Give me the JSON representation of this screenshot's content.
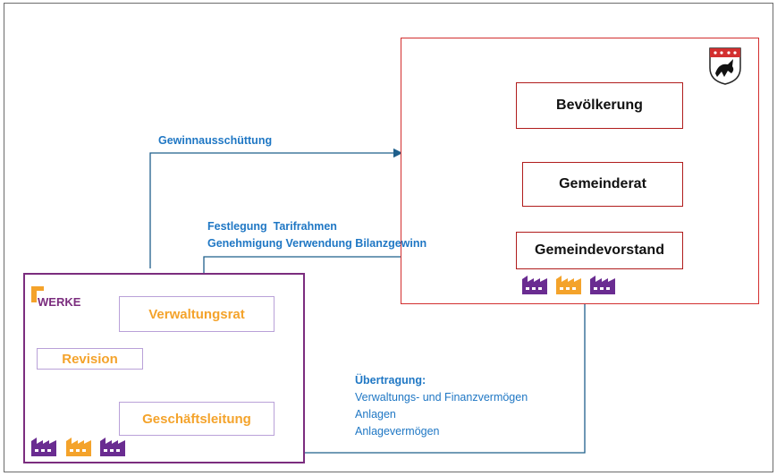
{
  "gemeinde": {
    "boxes": {
      "bevoelkerung": "Bevölkerung",
      "gemeinderat": "Gemeinderat",
      "gemeindevorstand": "Gemeindevorstand"
    }
  },
  "werke": {
    "label": "WERKE",
    "boxes": {
      "verwaltungsrat": "Verwaltungsrat",
      "revision": "Revision",
      "geschaeftsleitung": "Geschäftsleitung"
    }
  },
  "arrows": {
    "gewinn": "Gewinnausschüttung",
    "festlegung_line1": "Festlegung  Tarifrahmen",
    "festlegung_line2": "Genehmigung Verwendung Bilanzgewinn",
    "uebertragung_title": "Übertragung:",
    "uebertragung_lines": [
      "Verwaltungs- und Finanzvermögen",
      "Anlagen",
      "Anlagevermögen"
    ]
  },
  "icons": {
    "coat_of_arms": "coat-of-arms-icon",
    "factory": "factory-icon"
  },
  "colors": {
    "gemeinde_border": "#d32f2f",
    "werke_border": "#7b2d7e",
    "werke_text": "#f4a32b",
    "arrow_line": "#1f5f8b",
    "arrow_text": "#1f77c4",
    "factory_purple": "#6a2c91",
    "factory_orange": "#f4a32b"
  }
}
